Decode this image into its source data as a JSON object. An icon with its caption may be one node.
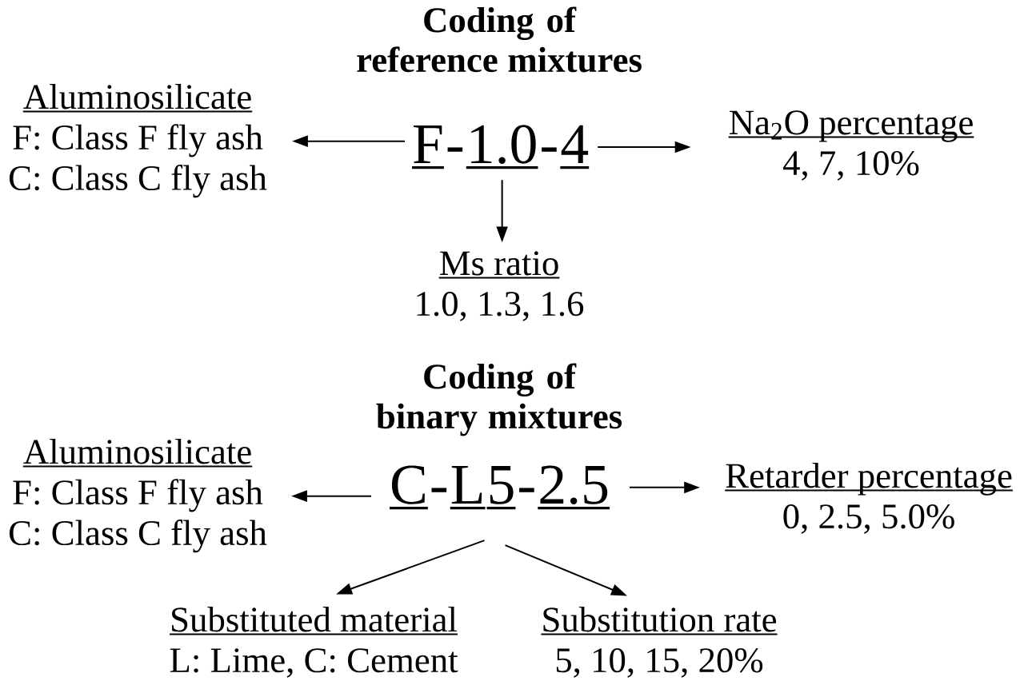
{
  "diagram": {
    "nodes": [
      {
        "text": [
          "Aluminosilicate",
          "F: Class F fly ash",
          "C: Class C fly ash"
        ]
      },
      {
        "text": [
          "F"
        ]
      },
      {
        "text": [
          "1.0"
        ]
      },
      {
        "text": [
          "4"
        ]
      },
      {
        "text": [
          "Na$_{2}$O percentage",
          "4, 7, 10%"
        ]
      },
      {
        "text": [
          "Ms ratio",
          "1.0, 1.3, 1.6"
        ]
      },
      {
        "text": [
          "Aluminosilicate",
          "F: Class F fly ash",
          "C: Class C fly ash"
        ]
      },
      {
        "text": [
          "C"
        ]
      },
      {
        "text": [
          "L"
        ]
      },
      {
        "text": [
          "5"
        ]
      },
      {
        "text": [
          "2.5"
        ]
      },
      {
        "text": [
          "Retarder percentage",
          "0, 2.5, 5.0%"
        ]
      },
      {
        "text": [
          "Substituted material",
          "L: Lime, C: Cement"
        ]
      },
      {
        "text": [
          "Substitution rate",
          "5, 10, 15, 20%"
        ]
      }
    ],
    "edges": [
      {
        "from": 1,
        "to": 0,
        "arrow": "to"
      },
      {
        "from": 2,
        "to": 5,
        "arrow": "to"
      },
      {
        "from": 3,
        "to": 4,
        "arrow": "to"
      },
      {
        "from": 7,
        "to": 6,
        "arrow": "to"
      },
      {
        "from": 8,
        "to": 12,
        "arrow": "to"
      },
      {
        "from": 9,
        "to": 13,
        "arrow": "to"
      },
      {
        "from": 10,
        "to": 11,
        "arrow": "to"
      }
    ],
    "labels": [
      "Coding of reference mixtures",
      "-",
      "-",
      "Coding of binary mixtures",
      "-",
      "-"
    ]
  }
}
